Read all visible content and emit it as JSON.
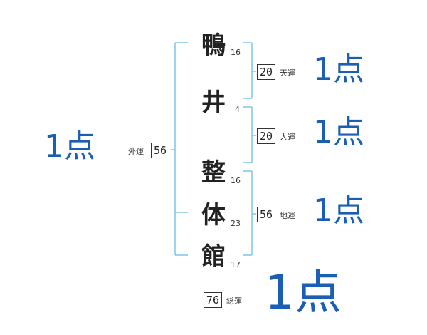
{
  "name_chars": [
    {
      "char": "鴨",
      "strokes": "16"
    },
    {
      "char": "井",
      "strokes": "4"
    },
    {
      "char": "整",
      "strokes": "16"
    },
    {
      "char": "体",
      "strokes": "23"
    },
    {
      "char": "館",
      "strokes": "17"
    }
  ],
  "fortunes": {
    "ten": {
      "value": "20",
      "label": "天運",
      "score": "1点"
    },
    "jin": {
      "value": "20",
      "label": "人運",
      "score": "1点"
    },
    "chi": {
      "value": "56",
      "label": "地運",
      "score": "1点"
    },
    "gai": {
      "value": "56",
      "label": "外運",
      "score": "1点"
    },
    "sou": {
      "value": "76",
      "label": "総運",
      "score": "1点"
    }
  },
  "colors": {
    "score": "#1a5fb4",
    "bracket": "#7fc4ea",
    "text": "#222222"
  }
}
